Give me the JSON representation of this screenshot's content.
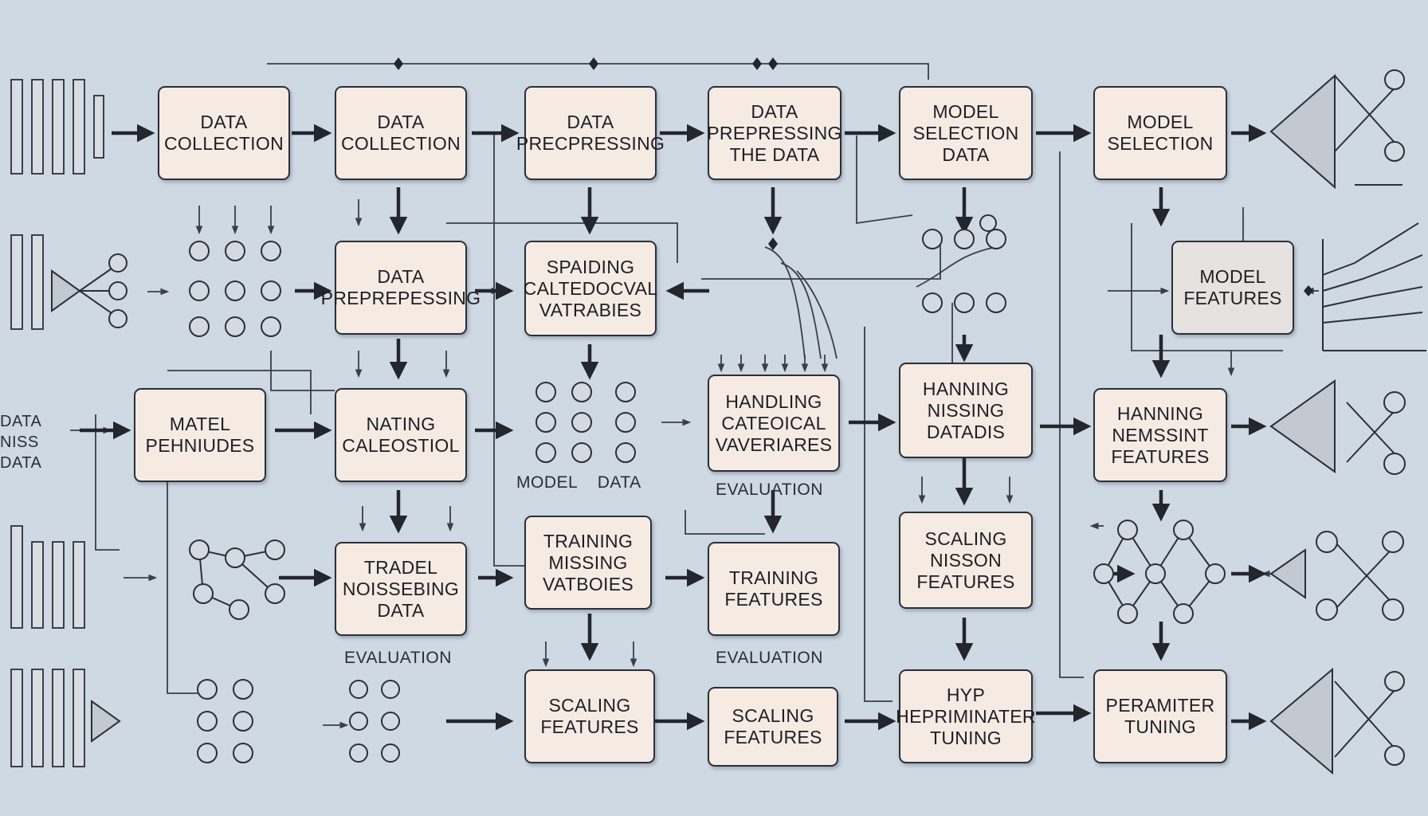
{
  "boxes": {
    "b1": [
      "DATA",
      "COLLECTION"
    ],
    "b2": [
      "DATA",
      "COLLECTION"
    ],
    "b3": [
      "DATA",
      "PRECPRESSING"
    ],
    "b4": [
      "DATA",
      "PREPRESSING",
      "THE DATA"
    ],
    "b5": [
      "MODEL",
      "SELECTION",
      "DATA"
    ],
    "b6": [
      "MODEL",
      "SELECTION"
    ],
    "b7": [
      "DATA",
      "PREPREPESSING"
    ],
    "b8": [
      "SPAIDING",
      "CALTEDOCVAL",
      "VATRABIES"
    ],
    "b9": [
      "MODEL",
      "FEATURES"
    ],
    "b10": [
      "MATEL",
      "PEHNIUDES"
    ],
    "b11": [
      "NATING",
      "CALEOSTIOL"
    ],
    "b12": [
      "HANDLING",
      "CATEOICAL",
      "VAVERIARES"
    ],
    "b13": [
      "HANNING",
      "NISSING",
      "DATADIS"
    ],
    "b14": [
      "HANNING",
      "NEMSSINT",
      "FEATURES"
    ],
    "b15": [
      "TRAINING",
      "MISSING",
      "VATBOIES"
    ],
    "b16": [
      "TRADEL",
      "NOISSEBING",
      "DATA"
    ],
    "b17": [
      "TRAINING",
      "FEATURES"
    ],
    "b18": [
      "SCALING",
      "NISSON",
      "FEATURES"
    ],
    "b19": [
      "SCALING",
      "FEATURES"
    ],
    "b20": [
      "SCALING",
      "FEATURES"
    ],
    "b21": [
      "HYP",
      "HEPRIMINATER",
      "TUNING"
    ],
    "b22": [
      "PERAMITER",
      "TUNING"
    ]
  },
  "labels": {
    "side_left": "DATA\nNISS\nDATA",
    "model_data": "MODEL    DATA",
    "evaluation_1": "EVALUATION",
    "evaluation_2": "EVALUATION",
    "evaluation_3": "EVALUATION"
  },
  "colors": {
    "background": "#cfd9e3",
    "box_fill": "#f6ebe3",
    "stroke": "#2c2f38"
  }
}
